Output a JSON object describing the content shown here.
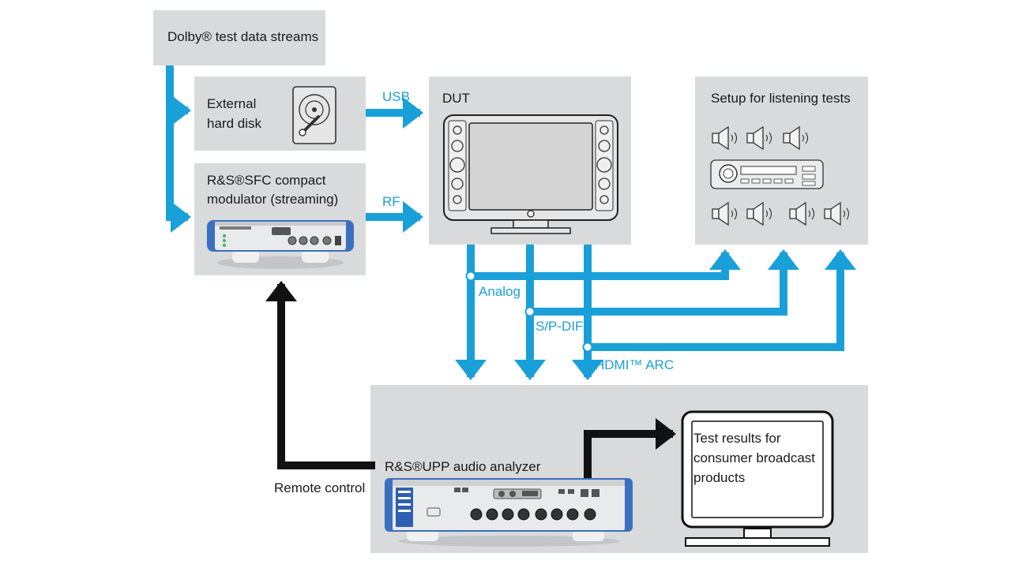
{
  "source": {
    "title": "Dolby® test data streams"
  },
  "hdd": {
    "line1": "External",
    "line2": "hard disk"
  },
  "sfc": {
    "line1": "R&S®SFC compact",
    "line2": "modulator (streaming)"
  },
  "dut": {
    "title": "DUT"
  },
  "listening": {
    "title": "Setup for listening tests"
  },
  "upp": {
    "title": "R&S®UPP audio analyzer"
  },
  "results": {
    "line1": "Test results for",
    "line2": "consumer broadcast",
    "line3": "products"
  },
  "connections": {
    "usb": "USB",
    "rf": "RF",
    "analog": "Analog",
    "spdif": "S/P-DIF",
    "hdmi": "HDMI™ ARC",
    "remote": "Remote control"
  },
  "colors": {
    "panel": "#d9dadb",
    "signal": "#1aa0d8",
    "control": "#111111"
  }
}
